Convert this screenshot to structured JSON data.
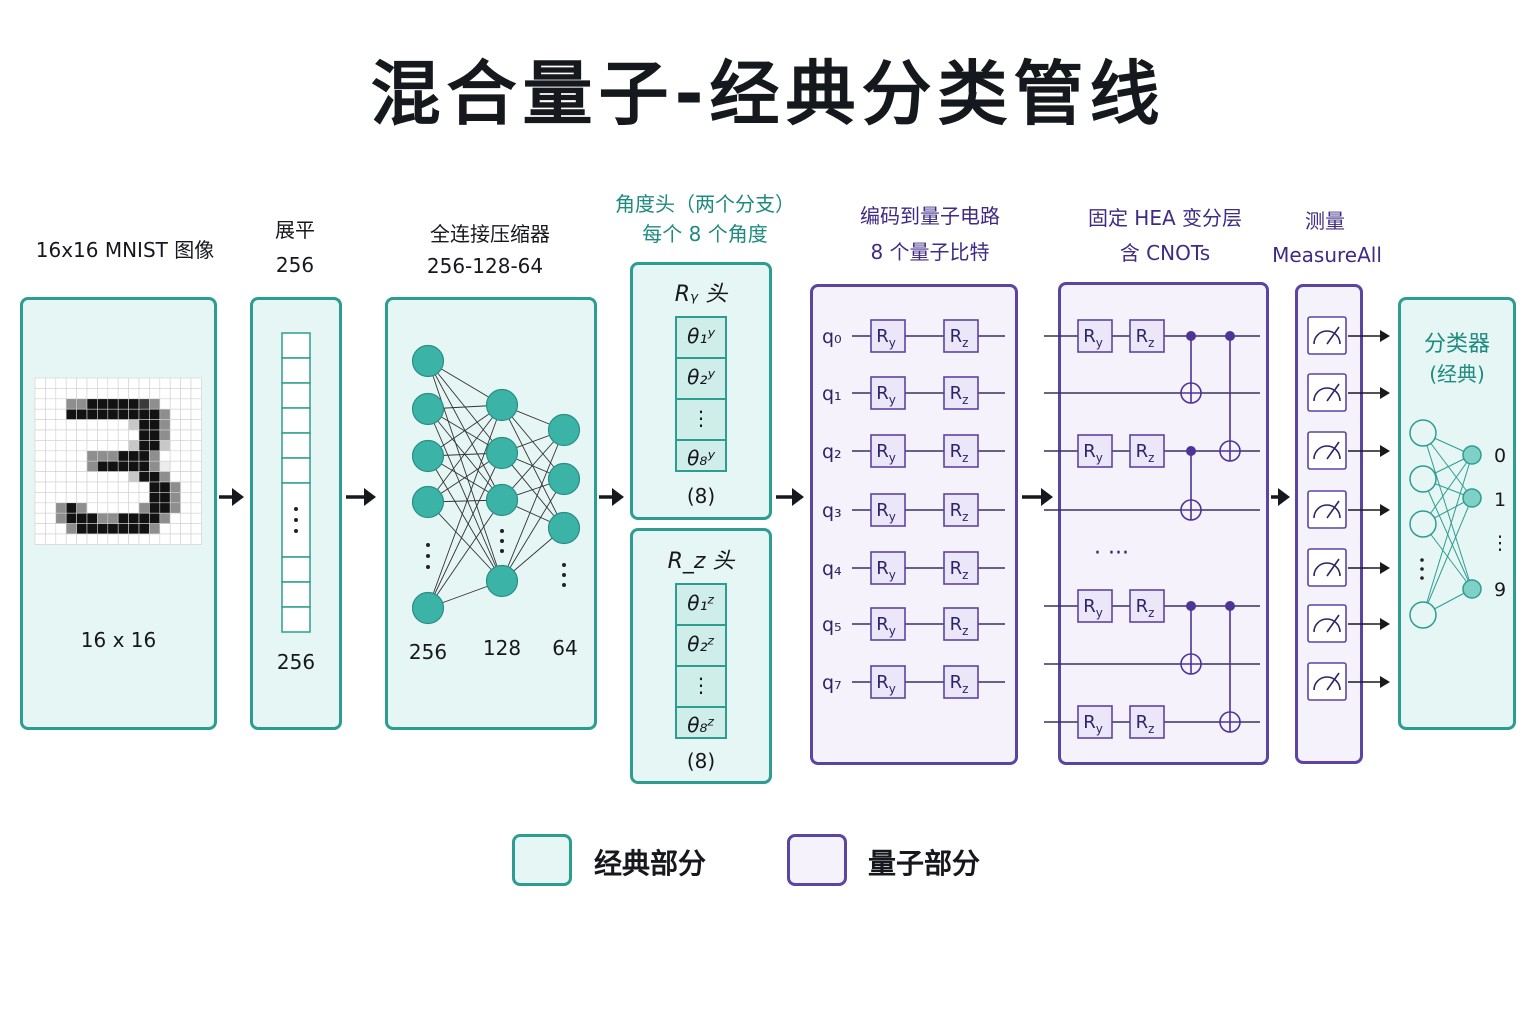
{
  "title": "混合量子-经典分类管线",
  "stages": {
    "input": {
      "label": "16x16 MNIST 图像",
      "size_label": "16 x 16"
    },
    "flatten": {
      "label": "展平",
      "sub": "256",
      "bottom": "256"
    },
    "compressor": {
      "label": "全连接压缩器",
      "sub": "256-128-64",
      "layers": [
        "256",
        "128",
        "64"
      ]
    },
    "angle_heads": {
      "label": "角度头（两个分支）",
      "sub": "每个 8 个角度",
      "ry_head": {
        "title": "Rᵧ 头",
        "params": [
          "θ₁ʸ",
          "θ₂ʸ",
          "⋮",
          "θ₈ʸ"
        ],
        "count": "(8)"
      },
      "rz_head": {
        "title": "R_z 头",
        "params": [
          "θ₁ᶻ",
          "θ₂ᶻ",
          "⋮",
          "θ₈ᶻ"
        ],
        "count": "(8)"
      }
    },
    "encoding": {
      "label": "编码到量子电路",
      "sub": "8 个量子比特",
      "qubits": [
        "q₀",
        "q₁",
        "q₂",
        "q₃",
        "q₄",
        "q₅",
        "q₇"
      ],
      "gates": [
        "Ry",
        "Rz"
      ]
    },
    "hea": {
      "label": "固定 HEA 变分层",
      "sub": "含 CNOTs",
      "gates": [
        "Ry",
        "Rz"
      ],
      "ellipsis": "·   ···"
    },
    "measure": {
      "label": "测量",
      "sub": "MeasureAll"
    },
    "classifier": {
      "label": "分类器",
      "sub": "(经典)",
      "outputs": [
        "0",
        "1",
        "⋮",
        "9"
      ]
    }
  },
  "legend": {
    "classical": "经典部分",
    "quantum": "量子部分"
  },
  "colors": {
    "classical_fill": "#e6f6f4",
    "classical_border": "#2d9d92",
    "neuron": "#3bb3a6",
    "quantum_fill": "#f5f2fc",
    "quantum_border": "#5b45a3",
    "control_dot": "#4b3596"
  }
}
